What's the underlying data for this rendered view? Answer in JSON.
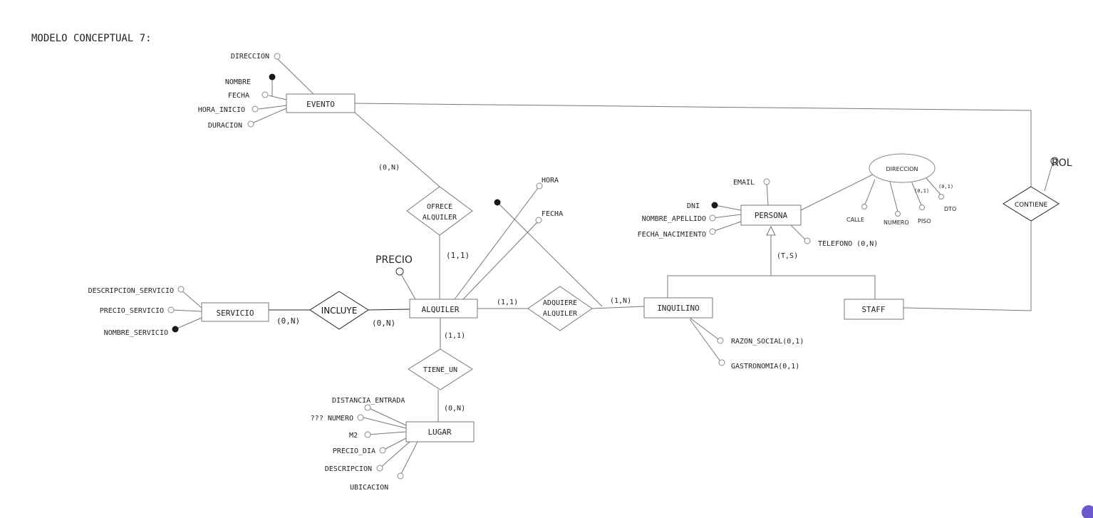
{
  "title": "MODELO CONCEPTUAL 7:",
  "colors": {
    "stroke": "#777777",
    "stroke_dark": "#222222",
    "text": "#222222",
    "key_fill": "#1a1a1a",
    "corner_mark": "#6a5acd"
  },
  "entities": {
    "evento": "EVENTO",
    "alquiler": "ALQUILER",
    "servicio": "SERVICIO",
    "lugar": "LUGAR",
    "persona": "PERSONA",
    "inquilino": "INQUILINO",
    "staff": "STAFF"
  },
  "relationships": {
    "ofrece_line1": "OFRECE",
    "ofrece_line2": "ALQUILER",
    "incluye": "INCLUYE",
    "tiene_un": "TIENE_UN",
    "adquiere_line1": "ADQUIERE",
    "adquiere_line2": "ALQUILER",
    "contiene": "CONTIENE"
  },
  "attributes": {
    "evento_direccion": "DIRECCION",
    "evento_nombre": "NOMBRE",
    "evento_fecha": "FECHA",
    "evento_hora_inicio": "HORA_INICIO",
    "evento_duracion": "DURACION",
    "alquiler_hora": "HORA",
    "alquiler_fecha": "FECHA",
    "alquiler_precio": "PRECIO",
    "servicio_descripcion": "DESCRIPCION_SERVICIO",
    "servicio_precio": "PRECIO_SERVICIO",
    "servicio_nombre": "NOMBRE_SERVICIO",
    "lugar_distancia": "DISTANCIA_ENTRADA",
    "lugar_numero": "??? NUMERO",
    "lugar_m2": "M2",
    "lugar_precio_dia": "PRECIO_DIA",
    "lugar_descripcion": "DESCRIPCION",
    "lugar_ubicacion": "UBICACION",
    "persona_email": "EMAIL",
    "persona_dni": "DNI",
    "persona_nombre_apellido": "NOMBRE_APELLIDO",
    "persona_fecha_nacimiento": "FECHA_NACIMIENTO",
    "persona_telefono": "TELEFONO (0,N)",
    "persona_direccion": "DIRECCION",
    "direccion_calle": "CALLE",
    "direccion_numero": "NUMERO",
    "direccion_piso": "PISO",
    "direccion_dto": "DTO",
    "direccion_piso_card": "(0,1)",
    "direccion_dto_card": "(0,1)",
    "inquilino_razon_social": "RAZON_SOCIAL(0,1)",
    "inquilino_gastronomia": "GASTRONOMIA(0,1)",
    "contiene_rol": "ROL"
  },
  "cardinalities": {
    "evento_ofrece": "(0,N)",
    "alquiler_ofrece": "(1,1)",
    "servicio_incluye": "(0,N)",
    "alquiler_incluye": "(0,N)",
    "alquiler_adquiere": "(1,1)",
    "inquilino_adquiere": "(1,N)",
    "alquiler_tiene": "(1,1)",
    "lugar_tiene": "(0,N)",
    "persona_specialization": "(T,S)"
  }
}
